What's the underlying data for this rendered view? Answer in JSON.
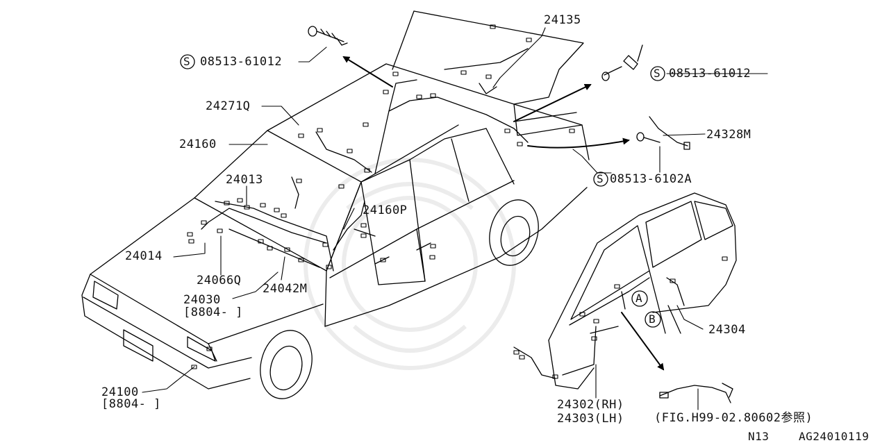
{
  "labels": {
    "p24135": "24135",
    "s08513_61012_left": "08513-61012",
    "s08513_61012_right": "08513-61012",
    "p24271q": "24271Q",
    "p24160": "24160",
    "p24013": "24013",
    "p24160p": "24160P",
    "p24014": "24014",
    "p24066q": "24066Q",
    "p24042m": "24042M",
    "p24030": "24030",
    "p24030_note": "[8804-  ]",
    "p24328m": "24328M",
    "s08513_6102a": "08513-6102A",
    "p24304": "24304",
    "p24100": "24100",
    "p24100_note": "[8804-  ]",
    "p24302": "24302(RH)",
    "p24303": "24303(LH)",
    "fig_ref": "(FIG.H99-02.80602参照)",
    "ref_a": "A",
    "ref_b": "B",
    "s_mark": "S",
    "model_code": "N13",
    "diagram_code": "AG24010119"
  }
}
